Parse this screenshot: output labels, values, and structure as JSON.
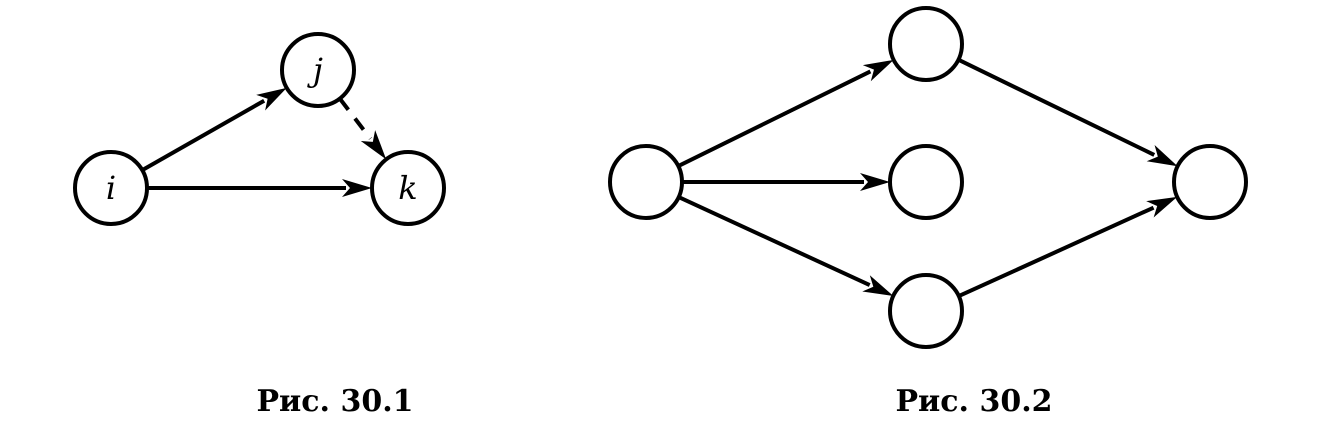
{
  "figures": [
    {
      "caption": "Рис. 30.1",
      "nodes": [
        {
          "id": "i",
          "label": "i"
        },
        {
          "id": "j",
          "label": "j"
        },
        {
          "id": "k",
          "label": "k"
        }
      ],
      "edges": [
        {
          "from": "i",
          "to": "j",
          "style": "solid"
        },
        {
          "from": "i",
          "to": "k",
          "style": "solid"
        },
        {
          "from": "j",
          "to": "k",
          "style": "dashed"
        }
      ]
    },
    {
      "caption": "Рис. 30.2",
      "nodes": [
        {
          "id": "a",
          "label": ""
        },
        {
          "id": "b",
          "label": ""
        },
        {
          "id": "c",
          "label": ""
        },
        {
          "id": "d",
          "label": ""
        },
        {
          "id": "e",
          "label": ""
        }
      ],
      "edges": [
        {
          "from": "a",
          "to": "b",
          "style": "solid"
        },
        {
          "from": "a",
          "to": "c",
          "style": "solid"
        },
        {
          "from": "a",
          "to": "d",
          "style": "solid"
        },
        {
          "from": "b",
          "to": "e",
          "style": "solid"
        },
        {
          "from": "d",
          "to": "e",
          "style": "solid"
        }
      ]
    }
  ],
  "colors": {
    "stroke": "#000000",
    "background": "#ffffff"
  }
}
